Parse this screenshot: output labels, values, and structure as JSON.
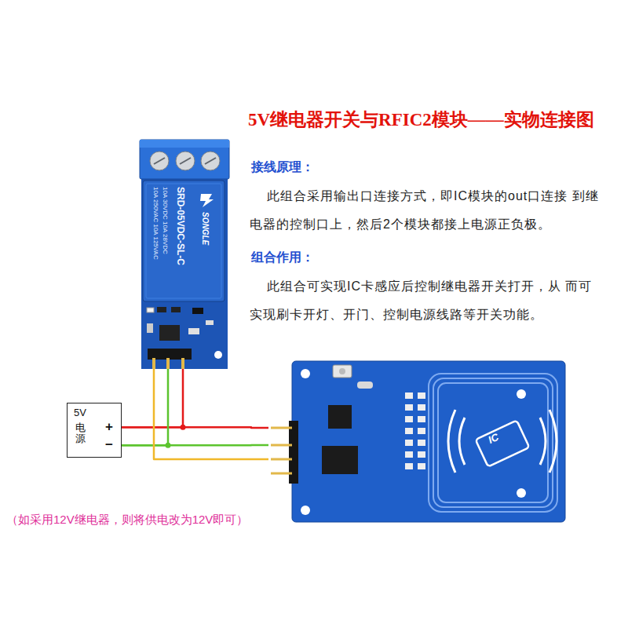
{
  "diagram": {
    "title": "5V继电器开关与RFIC2模块——实物连接图",
    "nodes": [
      {
        "text": [
          "SONGLE",
          "SRD-05VDC-SL-C",
          "10A 250VAC 10A 125VAC",
          "10A 30VDC 10A 28VDC"
        ]
      },
      {
        "text": [
          "5V",
          "电源",
          "+",
          "−"
        ]
      },
      {
        "text": [
          "IC"
        ]
      }
    ],
    "edges": [
      {
        "from": 1,
        "to": 0,
        "arrow": "none"
      },
      {
        "from": 1,
        "to": 2,
        "arrow": "none"
      },
      {
        "from": 1,
        "to": 0,
        "arrow": "none"
      },
      {
        "from": 1,
        "to": 2,
        "arrow": "none"
      },
      {
        "from": 0,
        "to": 2,
        "arrow": "none"
      }
    ],
    "labels": [
      "接线原理：",
      "此组合采用输出口连接方式，即IC模块的out口连接 到继电器的控制口上，然后2个模块都接上电源正负极。",
      "组合作用：",
      "此组合可实现IC卡感应后控制继电器开关打开，从 而可实现刷卡开灯、开门、控制电源线路等开关功能。",
      "（如采用12V继电器，则将供电改为12V即可）"
    ]
  }
}
